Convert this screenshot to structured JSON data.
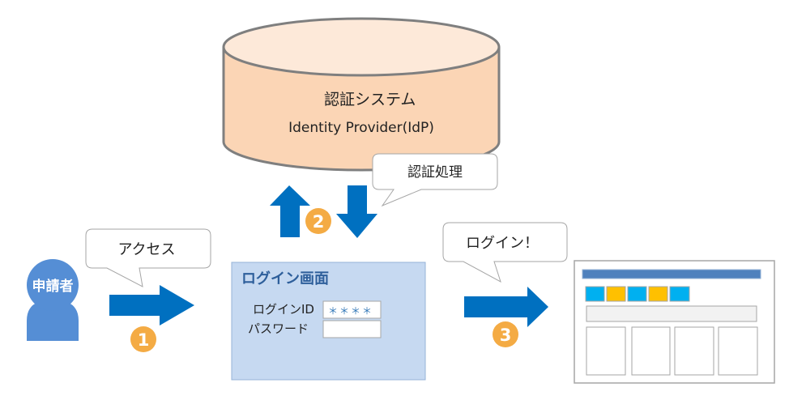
{
  "idp": {
    "title": "認証システム",
    "subtitle": "Identity Provider(IdP)"
  },
  "bubbles": {
    "auth_process": "認証処理",
    "access": "アクセス",
    "login": "ログイン！"
  },
  "steps": {
    "one": "1",
    "two": "2",
    "three": "3"
  },
  "user": {
    "label": "申請者"
  },
  "login_screen": {
    "title": "ログイン画面",
    "id_label": "ログインID",
    "id_value": "＊＊＊＊",
    "password_label": "パスワード",
    "password_value": ""
  },
  "colors": {
    "arrow": "#0070c0",
    "step_badge": "#f4ab44",
    "cylinder_fill": "#fbd5b5",
    "cylinder_top": "#fde9d9",
    "login_bg": "#c6d9f1",
    "login_title": "#2e5f9b",
    "user": "#558ed5",
    "app_header": "#4f81bd",
    "tab_blue": "#00b0f0",
    "tab_yellow": "#ffc000"
  }
}
